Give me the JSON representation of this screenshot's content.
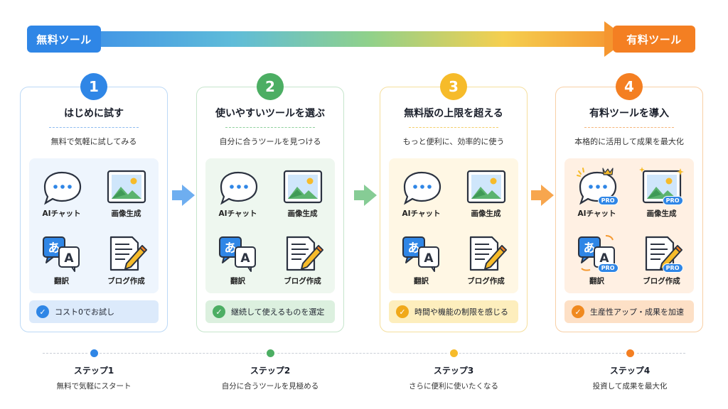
{
  "header": {
    "free_label": "無料ツール",
    "paid_label": "有料ツール"
  },
  "colors": {
    "blue": "#2f86e6",
    "green": "#4cae63",
    "yellow": "#f6bb2a",
    "orange": "#f47f22"
  },
  "cards": [
    {
      "number": "1",
      "title": "はじめに試す",
      "subtitle": "無料で気軽に試してみる",
      "tools": {
        "chat": "AIチャット",
        "image": "画像生成",
        "translate": "翻訳",
        "blog": "ブログ作成"
      },
      "footer": "コスト0でお試し"
    },
    {
      "number": "2",
      "title": "使いやすいツールを選ぶ",
      "subtitle": "自分に合うツールを見つける",
      "tools": {
        "chat": "AIチャット",
        "image": "画像生成",
        "translate": "翻訳",
        "blog": "ブログ作成"
      },
      "footer": "継続して使えるものを選定"
    },
    {
      "number": "3",
      "title": "無料版の上限を超える",
      "subtitle": "もっと便利に、効率的に使う",
      "tools": {
        "chat": "AIチャット",
        "image": "画像生成",
        "translate": "翻訳",
        "blog": "ブログ作成"
      },
      "footer": "時間や機能の制限を感じる"
    },
    {
      "number": "4",
      "title": "有料ツールを導入",
      "subtitle": "本格的に活用して成果を最大化",
      "tools": {
        "chat": "AIチャット",
        "image": "画像生成",
        "translate": "翻訳",
        "blog": "ブログ作成"
      },
      "pro_badge": "PRO",
      "footer": "生産性アップ・成果を加速"
    }
  ],
  "steps": [
    {
      "name": "ステップ1",
      "desc": "無料で気軽にスタート"
    },
    {
      "name": "ステップ2",
      "desc": "自分に合うツールを見極める"
    },
    {
      "name": "ステップ3",
      "desc": "さらに便利に使いたくなる"
    },
    {
      "name": "ステップ4",
      "desc": "投資して成果を最大化"
    }
  ],
  "icons": [
    "chat-bubble-icon",
    "image-icon",
    "translate-icon",
    "document-pen-icon",
    "check-icon",
    "chevron-right-icon",
    "crown-icon"
  ]
}
